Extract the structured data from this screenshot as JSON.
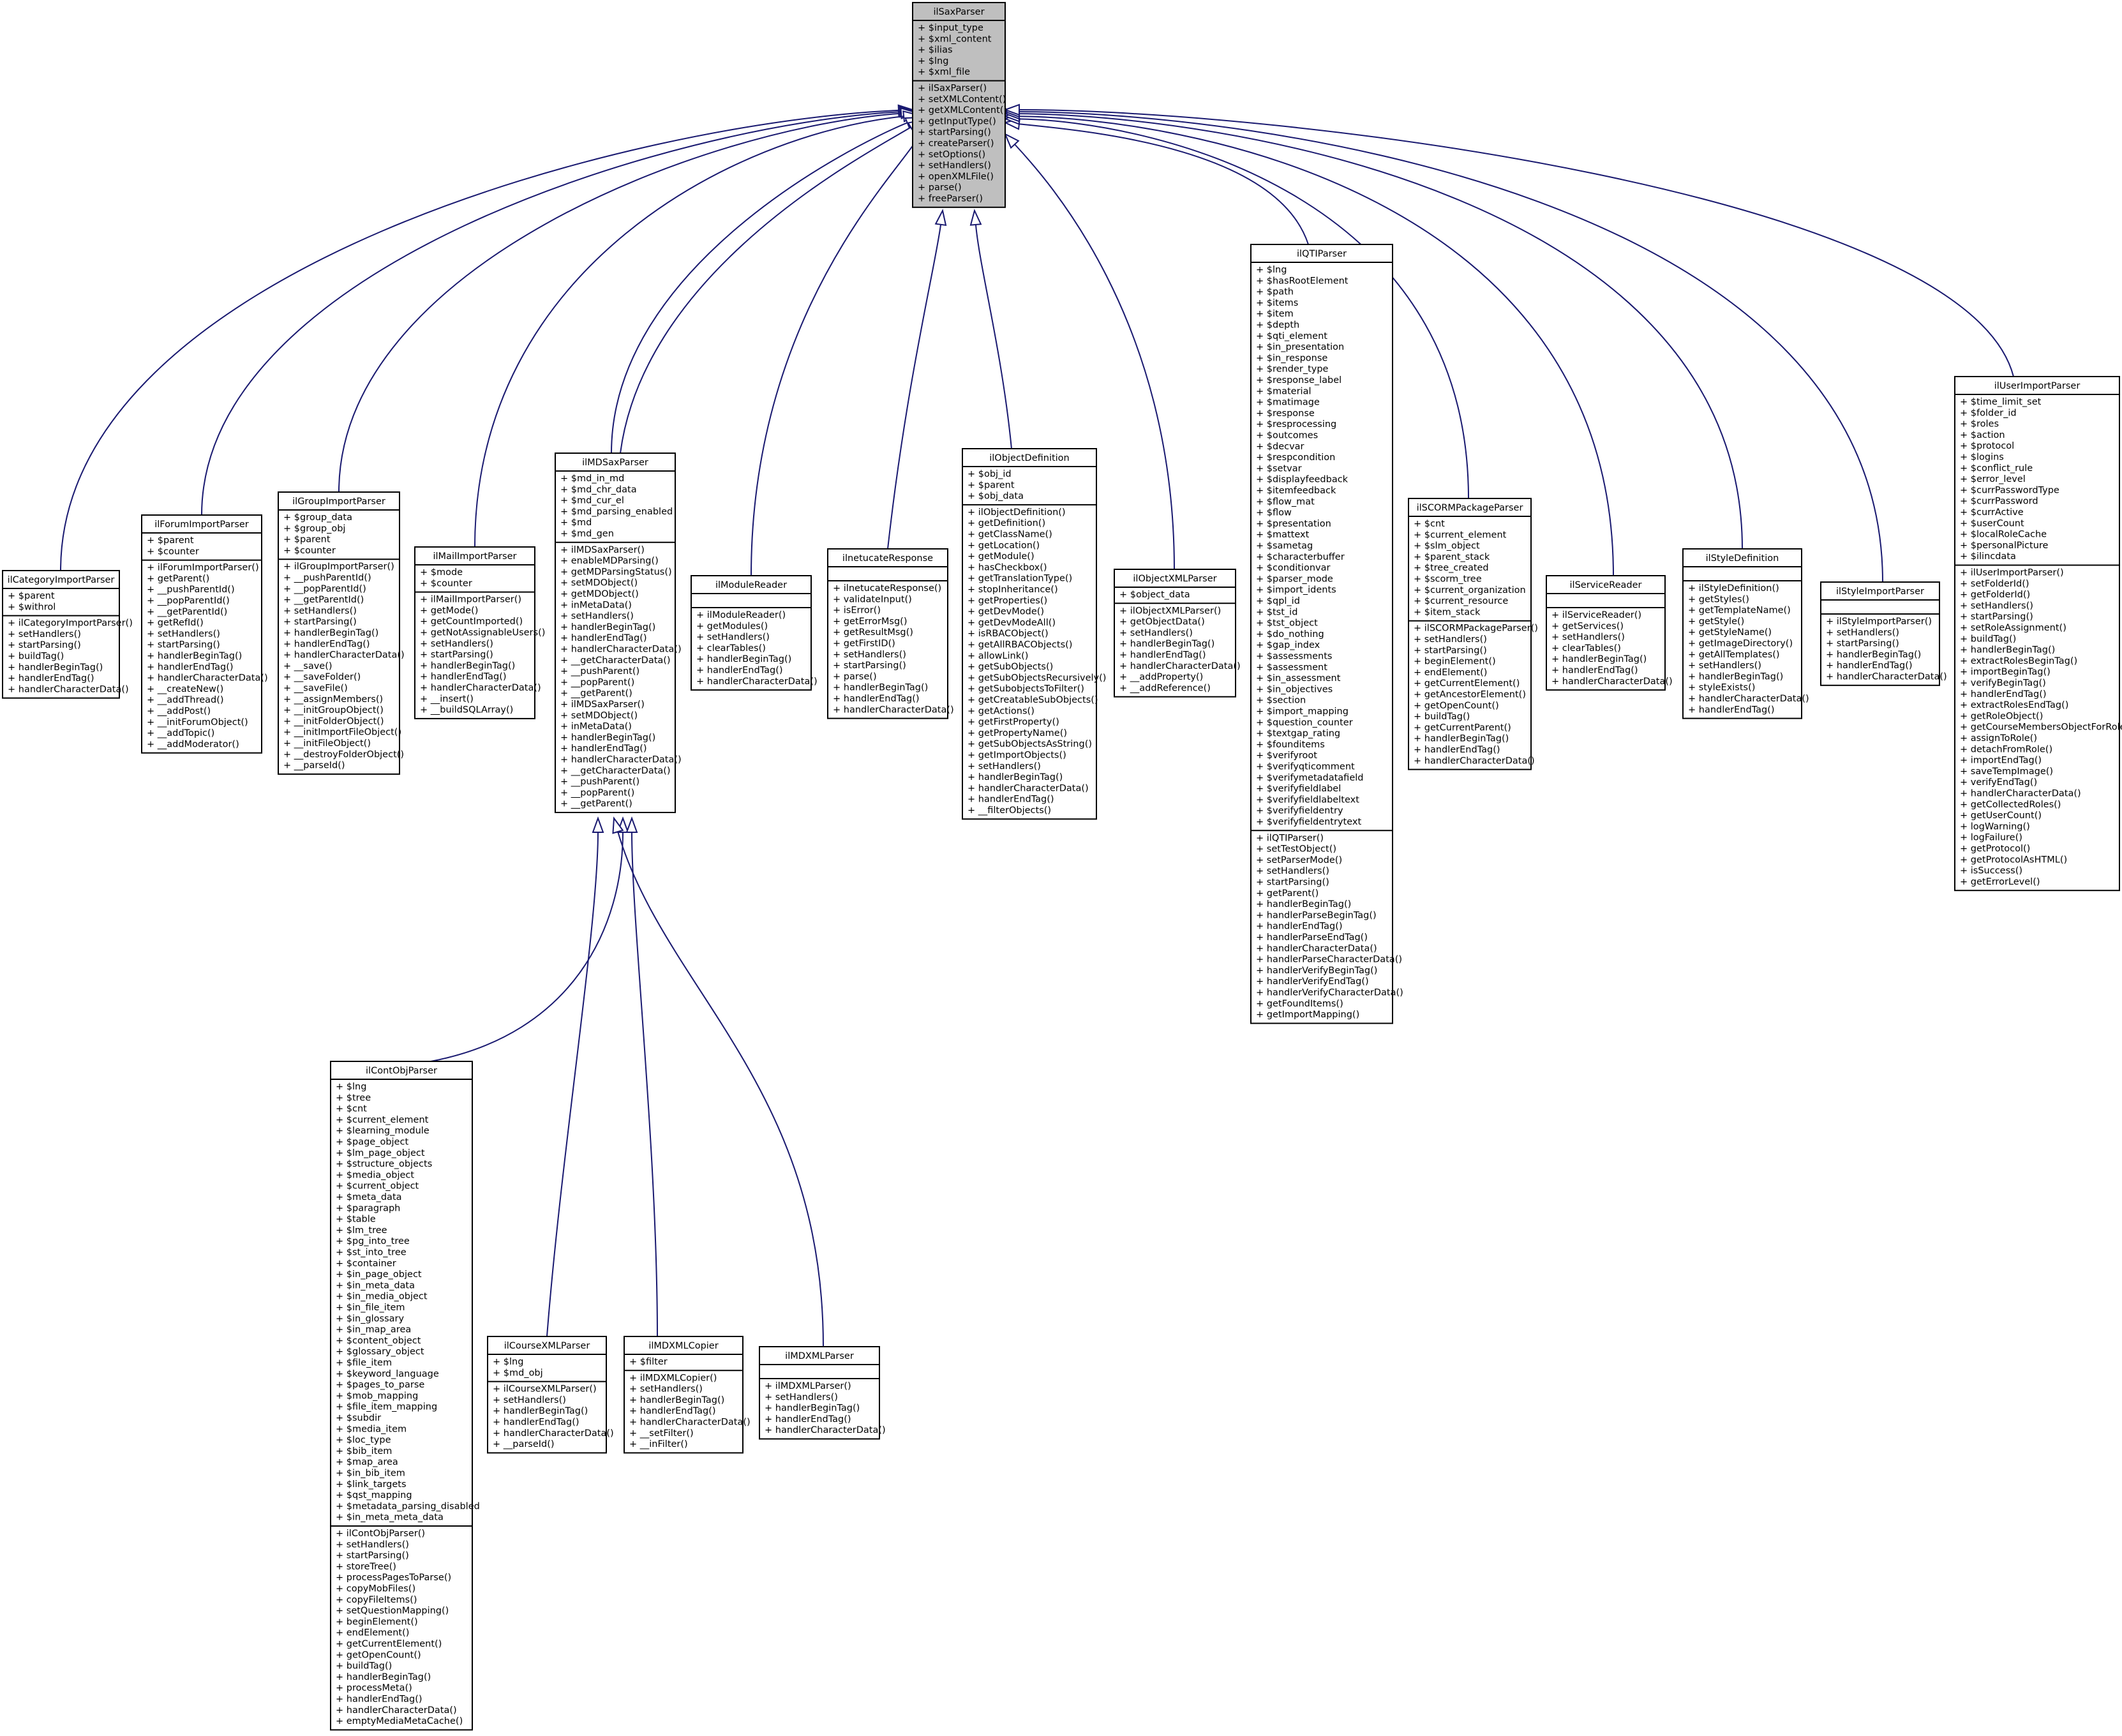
{
  "diagram": {
    "classes": [
      {
        "id": "ilSaxParser",
        "name": "ilSaxParser",
        "root": true,
        "attributes": [
          "+ $input_type",
          "+ $xml_content",
          "+ $ilias",
          "+ $lng",
          "+ $xml_file"
        ],
        "methods": [
          "+ ilSaxParser()",
          "+ setXMLContent()",
          "+ getXMLContent()",
          "+ getInputType()",
          "+ startParsing()",
          "+ createParser()",
          "+ setOptions()",
          "+ setHandlers()",
          "+ openXMLFile()",
          "+ parse()",
          "+ freeParser()"
        ]
      },
      {
        "id": "ilCategoryImportParser",
        "name": "ilCategoryImportParser",
        "attributes": [
          "+ $parent",
          "+ $withrol"
        ],
        "methods": [
          "+ ilCategoryImportParser()",
          "+ setHandlers()",
          "+ startParsing()",
          "+ buildTag()",
          "+ handlerBeginTag()",
          "+ handlerEndTag()",
          "+ handlerCharacterData()"
        ]
      },
      {
        "id": "ilForumImportParser",
        "name": "ilForumImportParser",
        "attributes": [
          "+ $parent",
          "+ $counter"
        ],
        "methods": [
          "+ ilForumImportParser()",
          "+ getParent()",
          "+ __pushParentId()",
          "+ __popParentId()",
          "+ __getParentId()",
          "+ getRefId()",
          "+ setHandlers()",
          "+ startParsing()",
          "+ handlerBeginTag()",
          "+ handlerEndTag()",
          "+ handlerCharacterData()",
          "+ __createNew()",
          "+ __addThread()",
          "+ __addPost()",
          "+ __initForumObject()",
          "+ __addTopic()",
          "+ __addModerator()"
        ]
      },
      {
        "id": "ilGroupImportParser",
        "name": "ilGroupImportParser",
        "attributes": [
          "+ $group_data",
          "+ $group_obj",
          "+ $parent",
          "+ $counter"
        ],
        "methods": [
          "+ ilGroupImportParser()",
          "+ __pushParentId()",
          "+ __popParentId()",
          "+ __getParentId()",
          "+ setHandlers()",
          "+ startParsing()",
          "+ handlerBeginTag()",
          "+ handlerEndTag()",
          "+ handlerCharacterData()",
          "+ __save()",
          "+ __saveFolder()",
          "+ __saveFile()",
          "+ __assignMembers()",
          "+ __initGroupObject()",
          "+ __initFolderObject()",
          "+ __initImportFileObject()",
          "+ __initFileObject()",
          "+ __destroyFolderObject()",
          "+ __parseId()"
        ]
      },
      {
        "id": "ilMailImportParser",
        "name": "ilMailImportParser",
        "attributes": [
          "+ $mode",
          "+ $counter"
        ],
        "methods": [
          "+ ilMailImportParser()",
          "+ getMode()",
          "+ getCountImported()",
          "+ getNotAssignableUsers()",
          "+ setHandlers()",
          "+ startParsing()",
          "+ handlerBeginTag()",
          "+ handlerEndTag()",
          "+ handlerCharacterData()",
          "+ __insert()",
          "+ __buildSQLArray()"
        ]
      },
      {
        "id": "ilMDSaxParser",
        "name": "ilMDSaxParser",
        "attributes": [
          "+ $md_in_md",
          "+ $md_chr_data",
          "+ $md_cur_el",
          "+ $md_parsing_enabled",
          "+ $md",
          "+ $md_gen"
        ],
        "methods": [
          "+ ilMDSaxParser()",
          "+ enableMDParsing()",
          "+ getMDParsingStatus()",
          "+ setMDObject()",
          "+ getMDObject()",
          "+ inMetaData()",
          "+ setHandlers()",
          "+ handlerBeginTag()",
          "+ handlerEndTag()",
          "+ handlerCharacterData()",
          "+ __getCharacterData()",
          "+ __pushParent()",
          "+ __popParent()",
          "+ __getParent()",
          "+ ilMDSaxParser()",
          "+ setMDObject()",
          "+ inMetaData()",
          "+ handlerBeginTag()",
          "+ handlerEndTag()",
          "+ handlerCharacterData()",
          "+ __getCharacterData()",
          "+ __pushParent()",
          "+ __popParent()",
          "+ __getParent()"
        ]
      },
      {
        "id": "ilModuleReader",
        "name": "ilModuleReader",
        "attributes": [],
        "methods": [
          "+ ilModuleReader()",
          "+ getModules()",
          "+ setHandlers()",
          "+ clearTables()",
          "+ handlerBeginTag()",
          "+ handlerEndTag()",
          "+ handlerCharacterData()"
        ]
      },
      {
        "id": "ilnetucateResponse",
        "name": "ilnetucateResponse",
        "attributes": [],
        "methods": [
          "+ ilnetucateResponse()",
          "+ validateInput()",
          "+ isError()",
          "+ getErrorMsg()",
          "+ getResultMsg()",
          "+ getFirstID()",
          "+ setHandlers()",
          "+ startParsing()",
          "+ parse()",
          "+ handlerBeginTag()",
          "+ handlerEndTag()",
          "+ handlerCharacterData()"
        ]
      },
      {
        "id": "ilObjectDefinition",
        "name": "ilObjectDefinition",
        "attributes": [
          "+ $obj_id",
          "+ $parent",
          "+ $obj_data"
        ],
        "methods": [
          "+ ilObjectDefinition()",
          "+ getDefinition()",
          "+ getClassName()",
          "+ getLocation()",
          "+ getModule()",
          "+ hasCheckbox()",
          "+ getTranslationType()",
          "+ stopInheritance()",
          "+ getProperties()",
          "+ getDevMode()",
          "+ getDevModeAll()",
          "+ isRBACObject()",
          "+ getAllRBACObjects()",
          "+ allowLink()",
          "+ getSubObjects()",
          "+ getSubObjectsRecursively()",
          "+ getSubobjectsToFilter()",
          "+ getCreatableSubObjects()",
          "+ getActions()",
          "+ getFirstProperty()",
          "+ getPropertyName()",
          "+ getSubObjectsAsString()",
          "+ getImportObjects()",
          "+ setHandlers()",
          "+ handlerBeginTag()",
          "+ handlerCharacterData()",
          "+ handlerEndTag()",
          "+ __filterObjects()"
        ]
      },
      {
        "id": "ilObjectXMLParser",
        "name": "ilObjectXMLParser",
        "attributes": [
          "+ $object_data"
        ],
        "methods": [
          "+ ilObjectXMLParser()",
          "+ getObjectData()",
          "+ setHandlers()",
          "+ handlerBeginTag()",
          "+ handlerEndTag()",
          "+ handlerCharacterData()",
          "+ __addProperty()",
          "+ __addReference()"
        ]
      },
      {
        "id": "ilQTIParser",
        "name": "ilQTIParser",
        "attributes": [
          "+ $lng",
          "+ $hasRootElement",
          "+ $path",
          "+ $items",
          "+ $item",
          "+ $depth",
          "+ $qti_element",
          "+ $in_presentation",
          "+ $in_response",
          "+ $render_type",
          "+ $response_label",
          "+ $material",
          "+ $matimage",
          "+ $response",
          "+ $resprocessing",
          "+ $outcomes",
          "+ $decvar",
          "+ $respcondition",
          "+ $setvar",
          "+ $displayfeedback",
          "+ $itemfeedback",
          "+ $flow_mat",
          "+ $flow",
          "+ $presentation",
          "+ $mattext",
          "+ $sametag",
          "+ $characterbuffer",
          "+ $conditionvar",
          "+ $parser_mode",
          "+ $import_idents",
          "+ $qpl_id",
          "+ $tst_id",
          "+ $tst_object",
          "+ $do_nothing",
          "+ $gap_index",
          "+ $assessments",
          "+ $assessment",
          "+ $in_assessment",
          "+ $in_objectives",
          "+ $section",
          "+ $import_mapping",
          "+ $question_counter",
          "+ $textgap_rating",
          "+ $founditems",
          "+ $verifyroot",
          "+ $verifyqticomment",
          "+ $verifymetadatafield",
          "+ $verifyfieldlabel",
          "+ $verifyfieldlabeltext",
          "+ $verifyfieldentry",
          "+ $verifyfieldentrytext"
        ],
        "methods": [
          "+ ilQTIParser()",
          "+ setTestObject()",
          "+ setParserMode()",
          "+ setHandlers()",
          "+ startParsing()",
          "+ getParent()",
          "+ handlerBeginTag()",
          "+ handlerParseBeginTag()",
          "+ handlerEndTag()",
          "+ handlerParseEndTag()",
          "+ handlerCharacterData()",
          "+ handlerParseCharacterData()",
          "+ handlerVerifyBeginTag()",
          "+ handlerVerifyEndTag()",
          "+ handlerVerifyCharacterData()",
          "+ getFoundItems()",
          "+ getImportMapping()"
        ]
      },
      {
        "id": "ilSCORMPackageParser",
        "name": "ilSCORMPackageParser",
        "attributes": [
          "+ $cnt",
          "+ $current_element",
          "+ $slm_object",
          "+ $parent_stack",
          "+ $tree_created",
          "+ $scorm_tree",
          "+ $current_organization",
          "+ $current_resource",
          "+ $item_stack"
        ],
        "methods": [
          "+ ilSCORMPackageParser()",
          "+ setHandlers()",
          "+ startParsing()",
          "+ beginElement()",
          "+ endElement()",
          "+ getCurrentElement()",
          "+ getAncestorElement()",
          "+ getOpenCount()",
          "+ buildTag()",
          "+ getCurrentParent()",
          "+ handlerBeginTag()",
          "+ handlerEndTag()",
          "+ handlerCharacterData()"
        ]
      },
      {
        "id": "ilServiceReader",
        "name": "ilServiceReader",
        "attributes": [],
        "methods": [
          "+ ilServiceReader()",
          "+ getServices()",
          "+ setHandlers()",
          "+ clearTables()",
          "+ handlerBeginTag()",
          "+ handlerEndTag()",
          "+ handlerCharacterData()"
        ]
      },
      {
        "id": "ilStyleDefinition",
        "name": "ilStyleDefinition",
        "attributes": [],
        "methods": [
          "+ ilStyleDefinition()",
          "+ getStyles()",
          "+ getTemplateName()",
          "+ getStyle()",
          "+ getStyleName()",
          "+ getImageDirectory()",
          "+ getAllTemplates()",
          "+ setHandlers()",
          "+ handlerBeginTag()",
          "+ styleExists()",
          "+ handlerCharacterData()",
          "+ handlerEndTag()"
        ]
      },
      {
        "id": "ilStyleImportParser",
        "name": "ilStyleImportParser",
        "attributes": [],
        "methods": [
          "+ ilStyleImportParser()",
          "+ setHandlers()",
          "+ startParsing()",
          "+ handlerBeginTag()",
          "+ handlerEndTag()",
          "+ handlerCharacterData()"
        ]
      },
      {
        "id": "ilUserImportParser",
        "name": "ilUserImportParser",
        "attributes": [
          "+ $time_limit_set",
          "+ $folder_id",
          "+ $roles",
          "+ $action",
          "+ $protocol",
          "+ $logins",
          "+ $conflict_rule",
          "+ $error_level",
          "+ $currPasswordType",
          "+ $currPassword",
          "+ $currActive",
          "+ $userCount",
          "+ $localRoleCache",
          "+ $personalPicture",
          "+ $ilincdata"
        ],
        "methods": [
          "+ ilUserImportParser()",
          "+ setFolderId()",
          "+ getFolderId()",
          "+ setHandlers()",
          "+ startParsing()",
          "+ setRoleAssignment()",
          "+ buildTag()",
          "+ handlerBeginTag()",
          "+ extractRolesBeginTag()",
          "+ importBeginTag()",
          "+ verifyBeginTag()",
          "+ handlerEndTag()",
          "+ extractRolesEndTag()",
          "+ getRoleObject()",
          "+ getCourseMembersObjectForRole()",
          "+ assignToRole()",
          "+ detachFromRole()",
          "+ importEndTag()",
          "+ saveTempImage()",
          "+ verifyEndTag()",
          "+ handlerCharacterData()",
          "+ getCollectedRoles()",
          "+ getUserCount()",
          "+ logWarning()",
          "+ logFailure()",
          "+ getProtocol()",
          "+ getProtocolAsHTML()",
          "+ isSuccess()",
          "+ getErrorLevel()"
        ]
      },
      {
        "id": "ilContObjParser",
        "name": "ilContObjParser",
        "attributes": [
          "+ $lng",
          "+ $tree",
          "+ $cnt",
          "+ $current_element",
          "+ $learning_module",
          "+ $page_object",
          "+ $lm_page_object",
          "+ $structure_objects",
          "+ $media_object",
          "+ $current_object",
          "+ $meta_data",
          "+ $paragraph",
          "+ $table",
          "+ $lm_tree",
          "+ $pg_into_tree",
          "+ $st_into_tree",
          "+ $container",
          "+ $in_page_object",
          "+ $in_meta_data",
          "+ $in_media_object",
          "+ $in_file_item",
          "+ $in_glossary",
          "+ $in_map_area",
          "+ $content_object",
          "+ $glossary_object",
          "+ $file_item",
          "+ $keyword_language",
          "+ $pages_to_parse",
          "+ $mob_mapping",
          "+ $file_item_mapping",
          "+ $subdir",
          "+ $media_item",
          "+ $loc_type",
          "+ $bib_item",
          "+ $map_area",
          "+ $in_bib_item",
          "+ $link_targets",
          "+ $qst_mapping",
          "+ $metadata_parsing_disabled",
          "+ $in_meta_meta_data"
        ],
        "methods": [
          "+ ilContObjParser()",
          "+ setHandlers()",
          "+ startParsing()",
          "+ storeTree()",
          "+ processPagesToParse()",
          "+ copyMobFiles()",
          "+ copyFileItems()",
          "+ setQuestionMapping()",
          "+ beginElement()",
          "+ endElement()",
          "+ getCurrentElement()",
          "+ getOpenCount()",
          "+ buildTag()",
          "+ handlerBeginTag()",
          "+ processMeta()",
          "+ handlerEndTag()",
          "+ handlerCharacterData()",
          "+ emptyMediaMetaCache()"
        ]
      },
      {
        "id": "ilCourseXMLParser",
        "name": "ilCourseXMLParser",
        "attributes": [
          "+ $lng",
          "+ $md_obj"
        ],
        "methods": [
          "+ ilCourseXMLParser()",
          "+ setHandlers()",
          "+ handlerBeginTag()",
          "+ handlerEndTag()",
          "+ handlerCharacterData()",
          "+ __parseId()"
        ]
      },
      {
        "id": "ilMDXMLCopier",
        "name": "ilMDXMLCopier",
        "attributes": [
          "+ $filter"
        ],
        "methods": [
          "+ ilMDXMLCopier()",
          "+ setHandlers()",
          "+ handlerBeginTag()",
          "+ handlerEndTag()",
          "+ handlerCharacterData()",
          "+ __setFilter()",
          "+ __inFilter()"
        ]
      },
      {
        "id": "ilMDXMLParser",
        "name": "ilMDXMLParser",
        "attributes": [],
        "methods": [
          "+ ilMDXMLParser()",
          "+ setHandlers()",
          "+ handlerBeginTag()",
          "+ handlerEndTag()",
          "+ handlerCharacterData()"
        ]
      }
    ],
    "edges": [
      {
        "from": "ilCategoryImportParser",
        "to": "ilSaxParser"
      },
      {
        "from": "ilForumImportParser",
        "to": "ilSaxParser"
      },
      {
        "from": "ilGroupImportParser",
        "to": "ilSaxParser"
      },
      {
        "from": "ilMailImportParser",
        "to": "ilSaxParser"
      },
      {
        "from": "ilMDSaxParser",
        "to": "ilSaxParser"
      },
      {
        "from": "ilMDSaxParser",
        "to": "ilSaxParser"
      },
      {
        "from": "ilModuleReader",
        "to": "ilSaxParser"
      },
      {
        "from": "ilnetucateResponse",
        "to": "ilSaxParser"
      },
      {
        "from": "ilObjectDefinition",
        "to": "ilSaxParser"
      },
      {
        "from": "ilObjectXMLParser",
        "to": "ilSaxParser"
      },
      {
        "from": "ilQTIParser",
        "to": "ilSaxParser"
      },
      {
        "from": "ilSCORMPackageParser",
        "to": "ilSaxParser"
      },
      {
        "from": "ilServiceReader",
        "to": "ilSaxParser"
      },
      {
        "from": "ilStyleDefinition",
        "to": "ilSaxParser"
      },
      {
        "from": "ilStyleImportParser",
        "to": "ilSaxParser"
      },
      {
        "from": "ilUserImportParser",
        "to": "ilSaxParser"
      },
      {
        "from": "ilContObjParser",
        "to": "ilMDSaxParser"
      },
      {
        "from": "ilCourseXMLParser",
        "to": "ilMDSaxParser"
      },
      {
        "from": "ilMDXMLCopier",
        "to": "ilMDSaxParser"
      },
      {
        "from": "ilMDXMLParser",
        "to": "ilMDSaxParser"
      }
    ]
  }
}
